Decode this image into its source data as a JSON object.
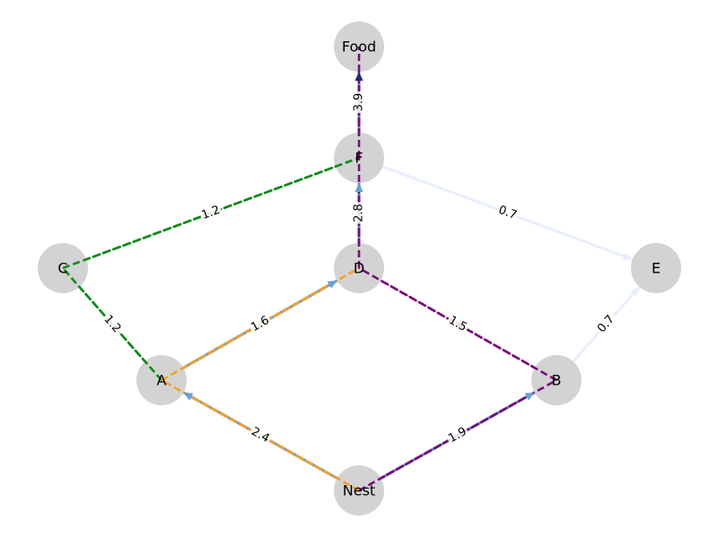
{
  "colors": {
    "node_fill": "#d3d3d3",
    "pheromone_edge": "#e8eeff",
    "arrow_blue": "#6a9fd4",
    "route_orange": "#f5a028",
    "route_green": "#0f8a1a",
    "route_purple": "#7a0d7a",
    "arrow_navy": "#1e2a78"
  },
  "nodes": [
    {
      "id": "Food",
      "label": "Food"
    },
    {
      "id": "F",
      "label": "F"
    },
    {
      "id": "C",
      "label": "C"
    },
    {
      "id": "D",
      "label": "D"
    },
    {
      "id": "E",
      "label": "E"
    },
    {
      "id": "A",
      "label": "A"
    },
    {
      "id": "B",
      "label": "B"
    },
    {
      "id": "Nest",
      "label": "Nest"
    }
  ],
  "edges": [
    {
      "from": "F",
      "to": "E",
      "weight": "0.7",
      "style": "pheromone"
    },
    {
      "from": "B",
      "to": "E",
      "weight": "0.7",
      "style": "pheromone"
    },
    {
      "from": "Nest",
      "to": "A",
      "weight": "2.4",
      "style": "pheromone"
    },
    {
      "from": "A",
      "to": "D",
      "weight": "1.6",
      "style": "pheromone"
    },
    {
      "from": "D",
      "to": "F",
      "weight": "2.8",
      "style": "pheromone"
    },
    {
      "from": "F",
      "to": "Food",
      "weight": "3.9",
      "style": "pheromone"
    },
    {
      "from": "Nest",
      "to": "B",
      "weight": "1.9",
      "style": "pheromone"
    },
    {
      "from": "C",
      "to": "F",
      "weight": "1.2",
      "style": "green"
    },
    {
      "from": "A",
      "to": "C",
      "weight": "1.2",
      "style": "green"
    },
    {
      "from": "Nest",
      "to": "A",
      "weight": "",
      "style": "orange"
    },
    {
      "from": "A",
      "to": "D",
      "weight": "",
      "style": "orange"
    },
    {
      "from": "B",
      "to": "D",
      "weight": "1.5",
      "style": "purple"
    },
    {
      "from": "Nest",
      "to": "B",
      "weight": "",
      "style": "purple"
    },
    {
      "from": "D",
      "to": "F",
      "weight": "",
      "style": "purple"
    },
    {
      "from": "F",
      "to": "Food",
      "weight": "",
      "style": "purple"
    }
  ]
}
